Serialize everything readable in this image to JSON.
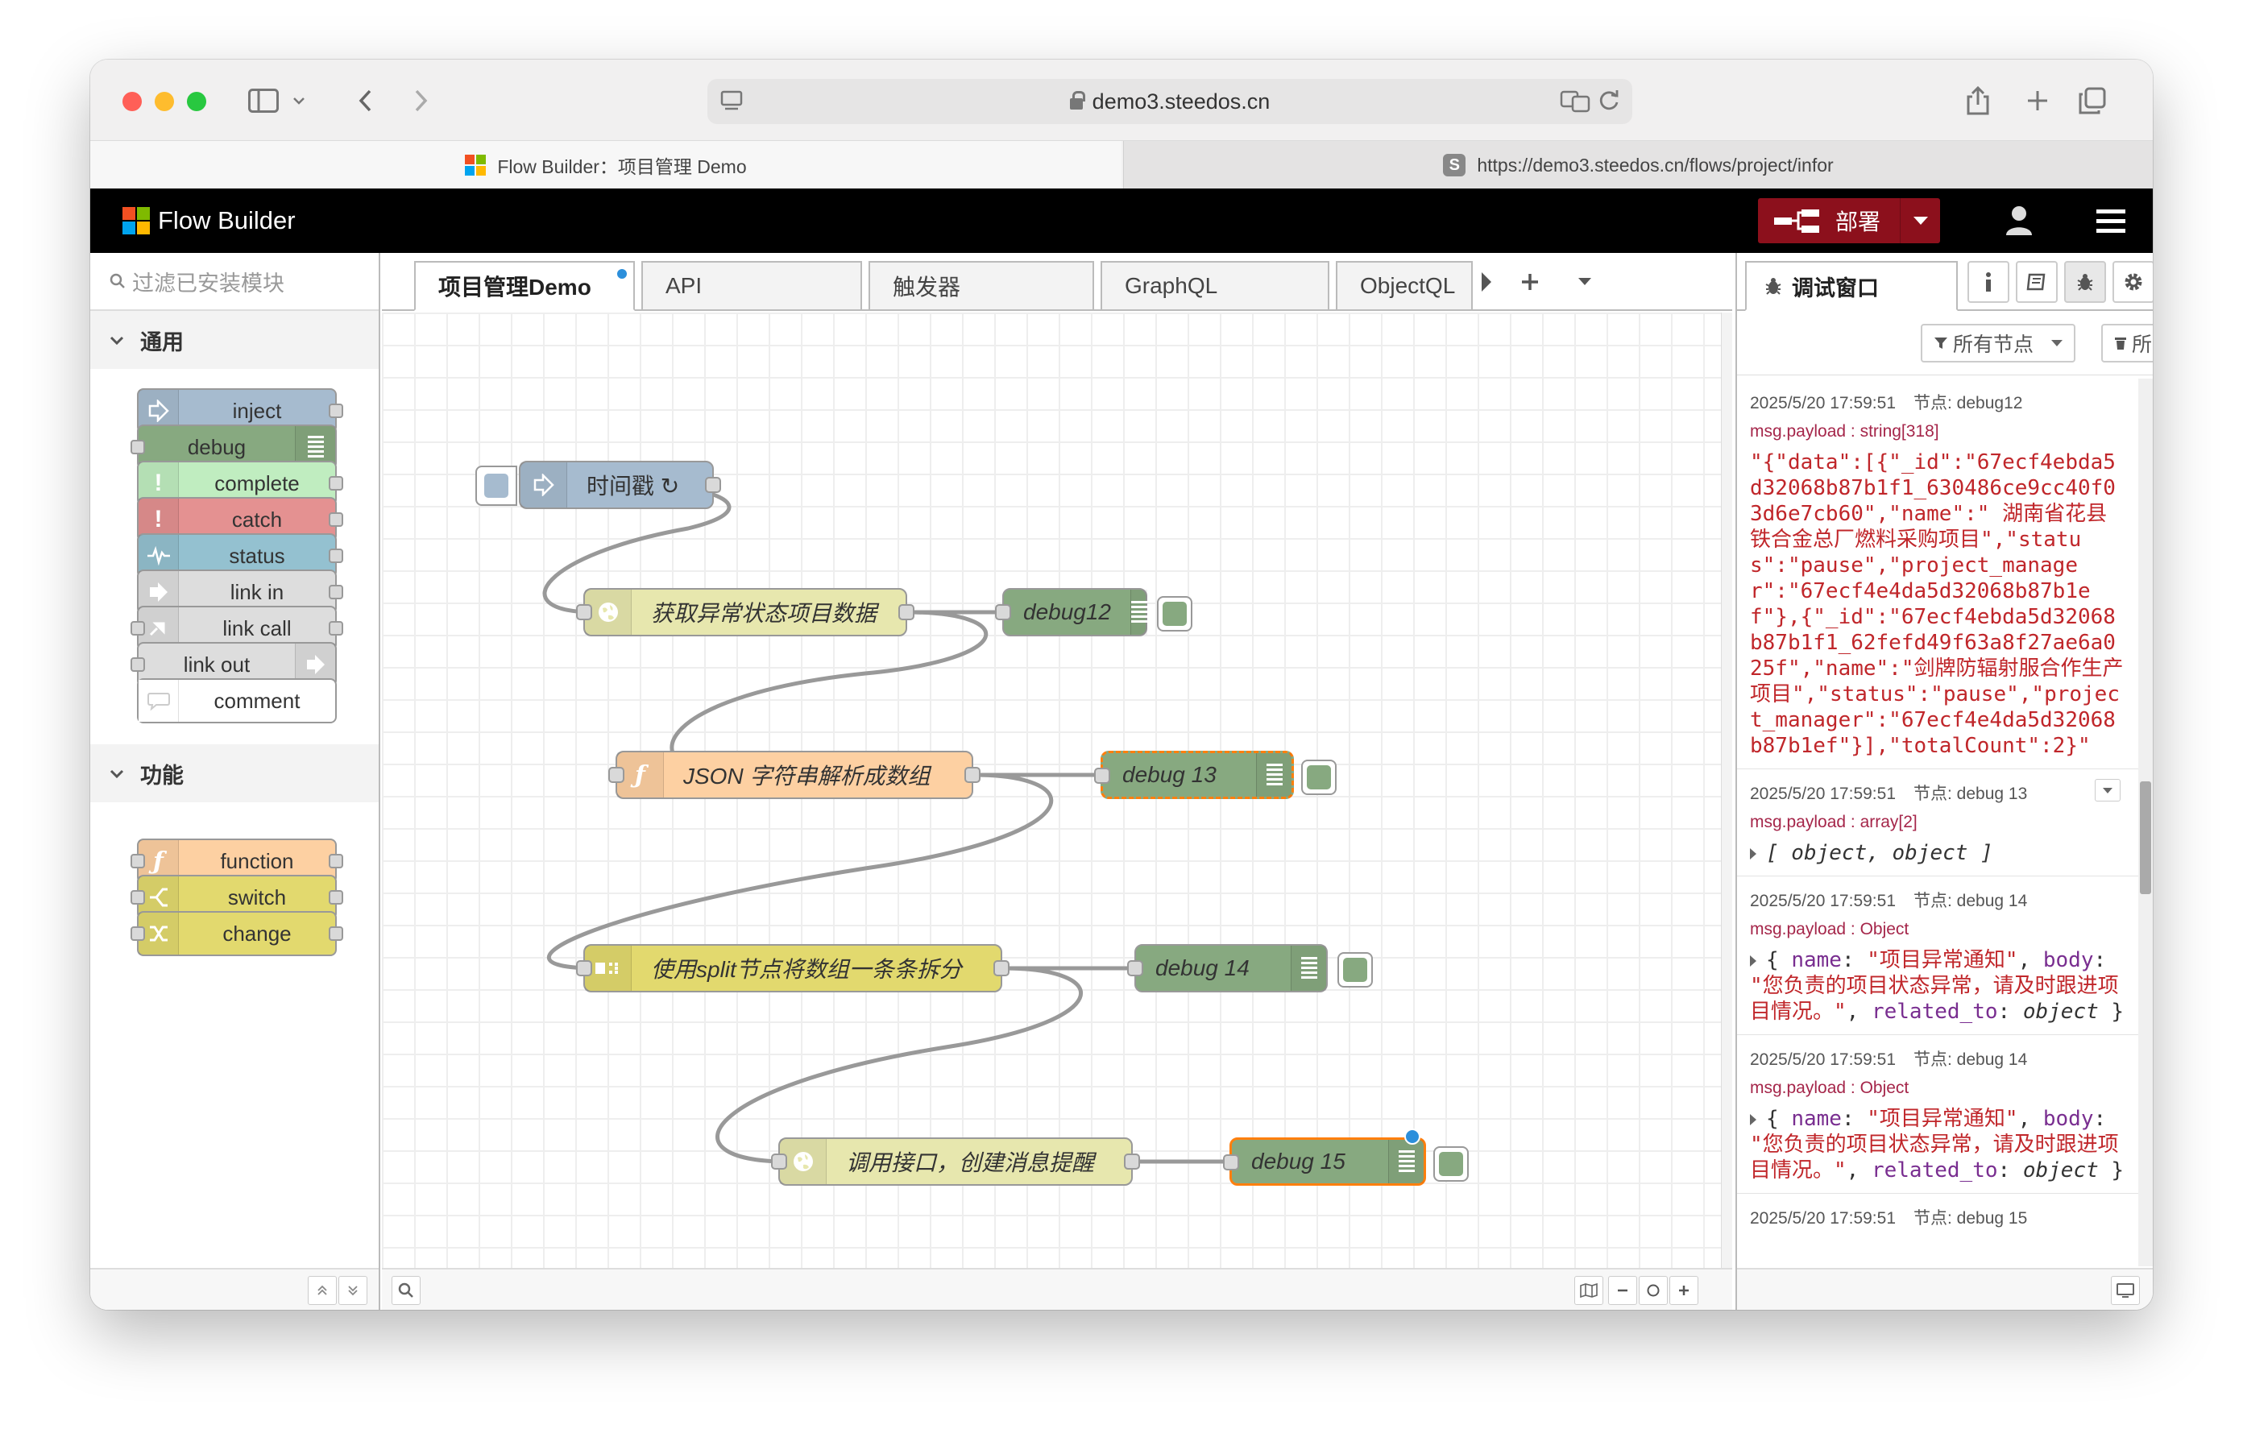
{
  "browser": {
    "url": "demo3.steedos.cn",
    "tabs": [
      {
        "title": "Flow Builder：项目管理 Demo"
      },
      {
        "title": "https://demo3.steedos.cn/flows/project/infor"
      }
    ]
  },
  "header": {
    "brand": "Flow Builder",
    "deploy_label": "部署"
  },
  "palette": {
    "filter_placeholder": "过滤已安装模块",
    "categories": [
      {
        "name": "通用",
        "nodes": [
          {
            "label": "inject",
            "color": "#a6bbcf",
            "icon": "arrow-right-icon"
          },
          {
            "label": "debug",
            "color": "#87a980",
            "icon": "list-icon"
          },
          {
            "label": "complete",
            "color": "#c0edc0",
            "icon": "exclamation-icon"
          },
          {
            "label": "catch",
            "color": "#e49191",
            "icon": "exclamation-icon"
          },
          {
            "label": "status",
            "color": "#94c1d0",
            "icon": "pulse-icon"
          },
          {
            "label": "link in",
            "color": "#dddddd",
            "icon": "link-in-icon"
          },
          {
            "label": "link call",
            "color": "#dddddd",
            "icon": "link-call-icon"
          },
          {
            "label": "link out",
            "color": "#dddddd",
            "icon": "link-out-icon"
          },
          {
            "label": "comment",
            "color": "#ffffff",
            "icon": "comment-icon"
          }
        ]
      },
      {
        "name": "功能",
        "nodes": [
          {
            "label": "function",
            "color": "#fdd0a2",
            "icon": "function-icon"
          },
          {
            "label": "switch",
            "color": "#e2d96e",
            "icon": "switch-icon"
          },
          {
            "label": "change",
            "color": "#e2d96e",
            "icon": "shuffle-icon"
          }
        ]
      }
    ]
  },
  "workspace": {
    "tabs": [
      "项目管理Demo",
      "API",
      "触发器",
      "GraphQL",
      "ObjectQL"
    ],
    "nodes": [
      {
        "label": "时间戳 ↻",
        "type": "inject",
        "color": "#a6bbcf"
      },
      {
        "label": "获取异常状态项目数据",
        "type": "http",
        "color": "#e7e7ae"
      },
      {
        "label": "debug12",
        "type": "debug",
        "color": "#87a980"
      },
      {
        "label": "JSON 字符串解析成数组",
        "type": "function",
        "color": "#fdd0a2"
      },
      {
        "label": "debug 13",
        "type": "debug",
        "color": "#87a980"
      },
      {
        "label": "使用split节点将数组一条条拆分",
        "type": "split",
        "color": "#e2d96e"
      },
      {
        "label": "debug 14",
        "type": "debug",
        "color": "#87a980"
      },
      {
        "label": "调用接口，创建消息提醒",
        "type": "http",
        "color": "#e7e7ae"
      },
      {
        "label": "debug 15",
        "type": "debug",
        "color": "#87a980"
      }
    ]
  },
  "sidebar": {
    "tab_label": "调试窗口",
    "filter_nodes": "所有节点",
    "clear_label": "所有",
    "messages": [
      {
        "time": "2025/5/20 17:59:51",
        "node": "节点: debug12",
        "topic": "msg.payload : string[318]",
        "body": "\"{\"data\":[{\"_id\":\"67ecf4ebda5d32068b87b1f1_630486ce9cc40f03d6e7cb60\",\"name\":\" 湖南省花县铁合金总厂燃料采购项目\",\"status\":\"pause\",\"project_manager\":\"67ecf4e4da5d32068b87b1ef\"},{\"_id\":\"67ecf4ebda5d32068b87b1f1_62fefd49f63a8f27ae6a025f\",\"name\":\"剑牌防辐射服合作生产项目\",\"status\":\"pause\",\"project_manager\":\"67ecf4e4da5d32068b87b1ef\"}],\"totalCount\":2}\""
      },
      {
        "time": "2025/5/20 17:59:51",
        "node": "节点: debug 13",
        "topic": "msg.payload : array[2]",
        "body": "[ object, object ]"
      },
      {
        "time": "2025/5/20 17:59:51",
        "node": "节点: debug 14",
        "topic": "msg.payload : Object",
        "k1": "name",
        "v1": "\"项目异常通知\"",
        "k2": "body",
        "v2": "\"您负责的项目状态异常，请及时跟进项目情况。\"",
        "k3": "related_to",
        "v3": "object"
      },
      {
        "time": "2025/5/20 17:59:51",
        "node": "节点: debug 14",
        "topic": "msg.payload : Object",
        "k1": "name",
        "v1": "\"项目异常通知\"",
        "k2": "body",
        "v2": "\"您负责的项目状态异常，请及时跟进项目情况。\"",
        "k3": "related_to",
        "v3": "object"
      },
      {
        "time": "2025/5/20 17:59:51",
        "node": "节点: debug 15"
      }
    ]
  }
}
